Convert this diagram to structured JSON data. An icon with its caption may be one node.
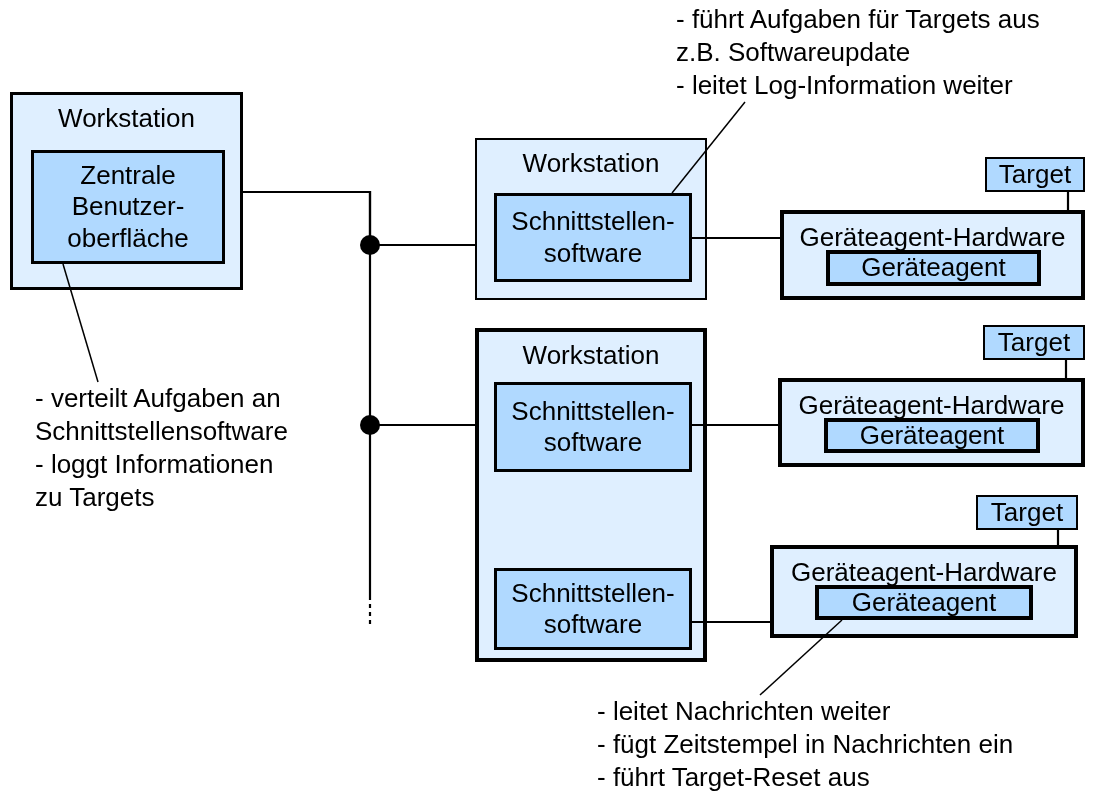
{
  "diagram": {
    "nodes": [
      {
        "text": [
          "Workstation"
        ]
      },
      {
        "text": [
          "Zentrale Benutzer- oberfläche"
        ],
        "in": 0
      },
      {
        "text": [
          "Workstation"
        ]
      },
      {
        "text": [
          "Schnittstellen- software"
        ],
        "in": 2
      },
      {
        "text": [
          "Workstation"
        ]
      },
      {
        "text": [
          "Schnittstellen- software"
        ],
        "in": 4
      },
      {
        "text": [
          "Schnittstellen- software"
        ],
        "in": 4
      },
      {
        "text": [
          "Target"
        ]
      },
      {
        "text": [
          "Geräteagent-Hardware"
        ]
      },
      {
        "text": [
          "Geräteagent"
        ],
        "in": 8
      },
      {
        "text": [
          "Target"
        ]
      },
      {
        "text": [
          "Geräteagent-Hardware"
        ]
      },
      {
        "text": [
          "Geräteagent"
        ],
        "in": 11
      },
      {
        "text": [
          "Target"
        ]
      },
      {
        "text": [
          "Geräteagent-Hardware"
        ]
      },
      {
        "text": [
          "Geräteagent"
        ],
        "in": 14
      },
      {
        "text": [
          "- führt Aufgaben für Targets aus z.B. Softwareupdate",
          "- leitet Log-Information weiter"
        ]
      },
      {
        "text": [
          "- verteilt Aufgaben an Schnittstellensoftware",
          "- loggt Informationen zu Targets"
        ]
      },
      {
        "text": [
          "- leitet Nachrichten weiter",
          "- fügt Zeitstempel in Nachrichten ein",
          "- führt Target-Reset aus"
        ]
      }
    ],
    "edges": [
      {
        "from": 0,
        "to": 2,
        "arrow": "none"
      },
      {
        "from": 0,
        "to": 4,
        "arrow": "none"
      },
      {
        "from": 3,
        "to": 8,
        "arrow": "none"
      },
      {
        "from": 5,
        "to": 11,
        "arrow": "none"
      },
      {
        "from": 6,
        "to": 14,
        "arrow": "none"
      },
      {
        "from": 7,
        "to": 8,
        "arrow": "none"
      },
      {
        "from": 10,
        "to": 11,
        "arrow": "none"
      },
      {
        "from": 13,
        "to": 14,
        "arrow": "none"
      },
      {
        "from": 16,
        "to": 3,
        "arrow": "none"
      },
      {
        "from": 17,
        "to": 1,
        "arrow": "none"
      },
      {
        "from": 18,
        "to": 15,
        "arrow": "none"
      }
    ]
  }
}
